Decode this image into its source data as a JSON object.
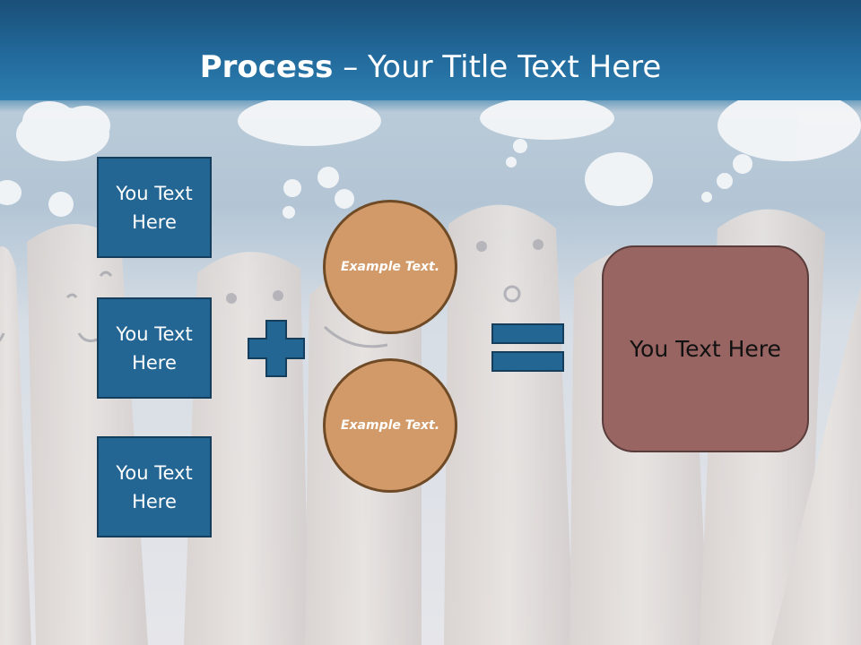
{
  "title": {
    "bold": "Process",
    "rest": " – Your Title Text Here"
  },
  "input_boxes": [
    {
      "label": "You Text Here"
    },
    {
      "label": "You Text Here"
    },
    {
      "label": "You Text Here"
    }
  ],
  "circles": [
    {
      "label": "Example Text."
    },
    {
      "label": "Example Text."
    }
  ],
  "result": {
    "label": "You Text Here"
  },
  "operators": [
    "plus-icon",
    "equals-icon"
  ],
  "colors": {
    "title_band": "#226a9b",
    "box_fill": "#236593",
    "circle_fill": "#d29a68",
    "result_fill": "#986563"
  }
}
